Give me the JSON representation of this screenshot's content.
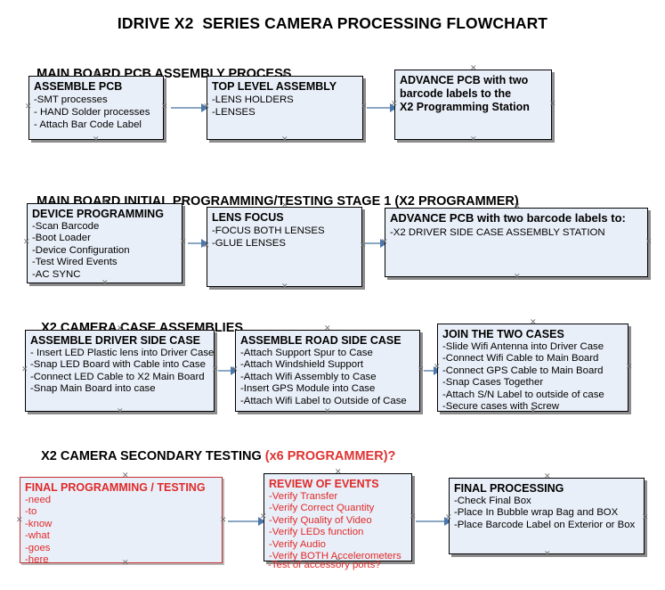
{
  "document": {
    "title": "IDRIVE X2  SERIES CAMERA PROCESSING FLOWCHART"
  },
  "sections": [
    {
      "id": "main-board-pcb-assembly",
      "heading": "MAIN BOARD PCB ASSEMBLY PROCESS",
      "heading_accent": "",
      "nodes": [
        {
          "id": "assemble-pcb",
          "title": "ASSEMBLE PCB",
          "lines": [
            "-SMT processes",
            "- HAND Solder processes",
            "- Attach Bar Code Label"
          ]
        },
        {
          "id": "top-level-assembly",
          "title": "TOP LEVEL ASSEMBLY",
          "lines": [
            "-LENS HOLDERS",
            "-LENSES"
          ]
        },
        {
          "id": "advance-pcb-programming-station",
          "title": "ADVANCE PCB with two",
          "lines": [
            "barcode labels to the",
            " X2 Programming Station"
          ]
        }
      ]
    },
    {
      "id": "main-board-initial-programming",
      "heading": "MAIN BOARD INITIAL PROGRAMMING/TESTING STAGE 1 (X2 PROGRAMMER)",
      "heading_accent": "",
      "nodes": [
        {
          "id": "device-programming",
          "title": "DEVICE PROGRAMMING",
          "lines": [
            "-Scan Barcode",
            "-Boot Loader",
            "-Device Configuration",
            "-Test Wired Events",
            "-AC SYNC"
          ]
        },
        {
          "id": "lens-focus",
          "title": "LENS FOCUS",
          "lines": [
            "-FOCUS BOTH LENSES",
            "-GLUE LENSES"
          ]
        },
        {
          "id": "advance-pcb-driver-side-case",
          "title": "ADVANCE PCB with two barcode labels to:",
          "lines": [
            "-X2 DRIVER  SIDE  CASE  ASSEMBLY STATION"
          ]
        }
      ]
    },
    {
      "id": "x2-camera-case-assemblies",
      "heading": "X2 CAMERA CASE ASSEMBLIES",
      "heading_accent": "",
      "nodes": [
        {
          "id": "assemble-driver-side-case",
          "title": "ASSEMBLE DRIVER SIDE CASE",
          "lines": [
            "- Insert LED Plastic lens into Driver Case",
            "-Snap LED Board with Cable into Case",
            "-Connect LED Cable to X2 Main Board",
            "-Snap Main Board into case"
          ]
        },
        {
          "id": "assemble-road-side-case",
          "title": "ASSEMBLE ROAD SIDE CASE",
          "lines": [
            "-Attach Support Spur to Case",
            "-Attach Windshield Support",
            "-Attach Wifi Assembly to Case",
            "-Insert GPS Module into Case",
            "-Attach Wifi Label to Outside of Case"
          ]
        },
        {
          "id": "join-the-two-cases",
          "title": "JOIN THE TWO CASES",
          "lines": [
            "-Slide Wifi Antenna into Driver Case",
            "-Connect Wifi Cable to Main Board",
            "-Connect GPS Cable to Main Board",
            "-Snap Cases Together",
            "-Attach S/N Label to outside of case",
            "-Secure cases with Screw"
          ]
        }
      ]
    },
    {
      "id": "x2-camera-secondary-testing",
      "heading": "X2 CAMERA SECONDARY TESTING ",
      "heading_accent": "(x6 PROGRAMMER)?",
      "nodes": [
        {
          "id": "final-programming-testing",
          "title": "FINAL PROGRAMMING / TESTING",
          "lines": [
            "-need",
            "-to",
            "-know",
            "-what",
            "-goes",
            "-here"
          ]
        },
        {
          "id": "review-of-events",
          "title": "REVIEW OF EVENTS",
          "lines": [
            "-Verify Transfer",
            "-Verify Correct Quantity",
            "-Verify Quality of Video",
            "-Verify LEDs function",
            "-Verify Audio",
            "-Verify BOTH Accelerometers"
          ],
          "overflow_line": "-Test of accessory ports?"
        },
        {
          "id": "final-processing",
          "title": "FINAL PROCESSING",
          "lines": [
            " -Check Final Box",
            "-Place In Bubble wrap Bag and BOX",
            "-Place Barcode Label on Exterior or Box"
          ]
        }
      ]
    }
  ],
  "colors": {
    "box_fill": "#e9eff8",
    "box_border": "#000000",
    "red_text": "#e02a2a",
    "connector_line": "#8ba7c4",
    "connector_head": "#4a78ad"
  }
}
